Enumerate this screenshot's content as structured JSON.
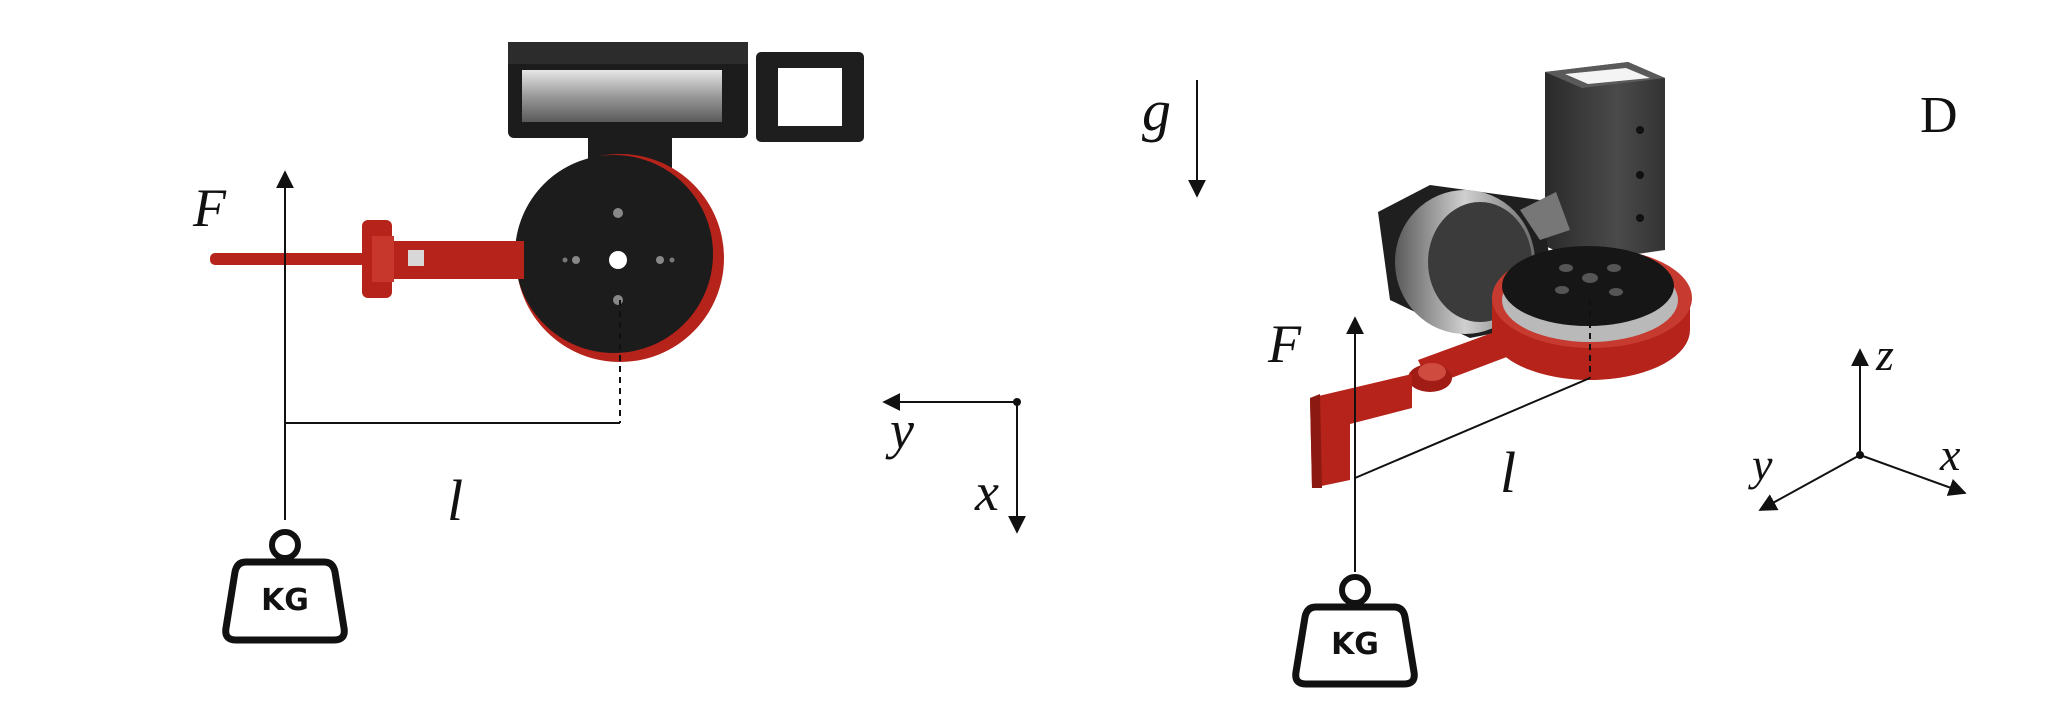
{
  "panel_label": "D",
  "labels": {
    "force": "F",
    "length": "l",
    "gravity": "g",
    "weight": "KG"
  },
  "axes_top_view": {
    "horizontal": "y",
    "vertical": "x"
  },
  "axes_iso_view": {
    "up": "z",
    "left": "y",
    "right": "x"
  },
  "colors": {
    "red_part": "#b5231a",
    "dark_part": "#1c1c1c",
    "metal": "#9a9a9a",
    "line": "#111111"
  }
}
